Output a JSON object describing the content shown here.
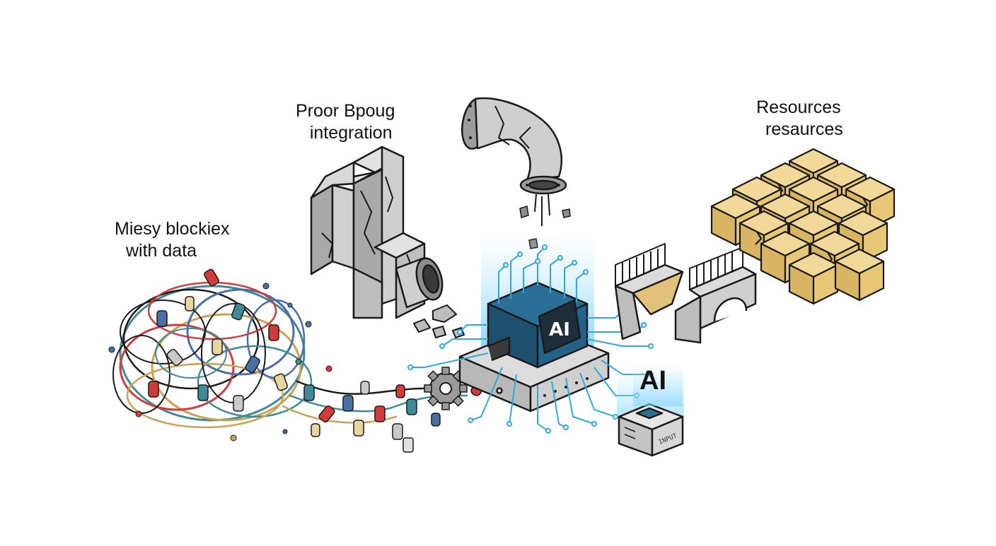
{
  "labels": {
    "messy_line1": "Miesy blockiex",
    "messy_line2": "with data",
    "integration_line1": "Proor Bpoug",
    "integration_line2": "integration",
    "resources_line1": "Resources",
    "resources_line2": "resaurces",
    "ai_chip": "AI",
    "ai_big": "AI",
    "input_box": "INPUT"
  },
  "icons": {
    "tangle": "tangled-wires-icon",
    "wall": "cracked-wall-icon",
    "pipe": "broken-pipe-icon",
    "processor": "ai-processor-icon",
    "bridge": "broken-bridge-icon",
    "boxes": "stacked-boxes-icon",
    "gear": "gear-icon",
    "input": "input-device-icon"
  },
  "colors": {
    "circuit_blue": "#2fa8e0",
    "glow_blue": "#7fd3ff",
    "wall_gray": "#c9c9c9",
    "box_tan": "#e2c27a",
    "wire_red": "#d23b3b",
    "wire_teal": "#3f8a96",
    "ink": "#1a1a1a"
  }
}
